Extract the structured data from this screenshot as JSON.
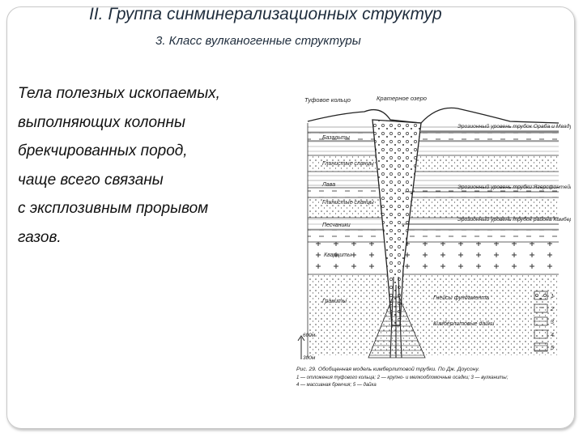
{
  "slide": {
    "title": "II. Группа синминерализационных структур",
    "subtitle": "3. Класс вулканогенные структуры",
    "body_lines": [
      "Тела полезных ископаемых,",
      "выполняющих колонны",
      "брекчированных пород,",
      "чаще всего связаны",
      "с эксплозивным прорывом",
      "газов."
    ]
  },
  "figure": {
    "labels": {
      "tuff_ring": "Туфовое кольцо",
      "crater_lake": "Кратерное озеро",
      "erosion_1": "Эрозионный уровень трубок Ораба и Мвадуи",
      "erosion_2": "Эрозионный уровень трубки Ягерсфонтейн",
      "erosion_3": "Эрозионный уровень трубок района Кимберли",
      "basalt": "Базальты",
      "shale": "Глинистые сланцы",
      "lava": "Лава",
      "shale_2": "Глинистые сланцы",
      "sandstone": "Песчаники",
      "quartzite": "Кварциты",
      "granite": "Граниты",
      "basement": "Гнейсы фундамента",
      "dikes": "Кимберлитовые дайки",
      "scale_600": "600м",
      "scale_300": "300м",
      "caption_1": "Рис. 29. Обобщенная модель кимберлитовой трубки. По Дж. Доусону.",
      "caption_2": "1 — отложения туфового кольца; 2 — крупно- и мелкообломочные осадки; 3 — вулканиты;",
      "caption_3": "4 — массивная брекчия; 5 — дайка"
    },
    "legend": [
      "1",
      "2",
      "3",
      "4",
      "5"
    ]
  }
}
